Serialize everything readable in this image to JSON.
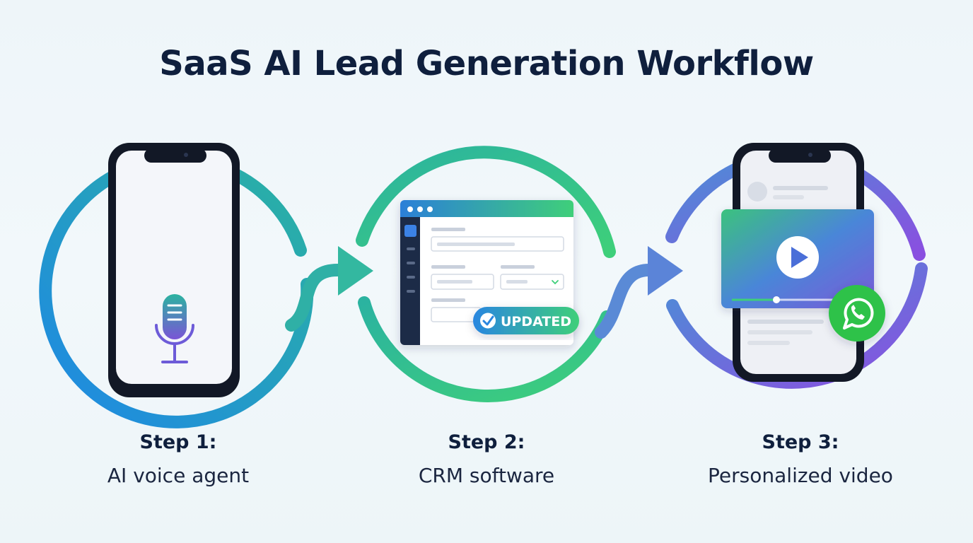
{
  "title": "SaaS AI Lead Generation Workflow",
  "steps": [
    {
      "number": "Step 1:",
      "name": "AI voice agent",
      "icon": "phone-with-waveform-and-microphone-icon"
    },
    {
      "number": "Step 2:",
      "name": "CRM software",
      "icon": "crm-window-icon"
    },
    {
      "number": "Step 3:",
      "name": "Personalized video",
      "icon": "phone-with-video-player-icon"
    }
  ],
  "crm_badge": "UPDATED",
  "colors": {
    "title": "#0f1f3d",
    "blue": "#1e88e5",
    "teal": "#2bb3a0",
    "green": "#3ecf7a",
    "purple": "#8a4fe0",
    "whatsapp": "#2fc24a"
  }
}
